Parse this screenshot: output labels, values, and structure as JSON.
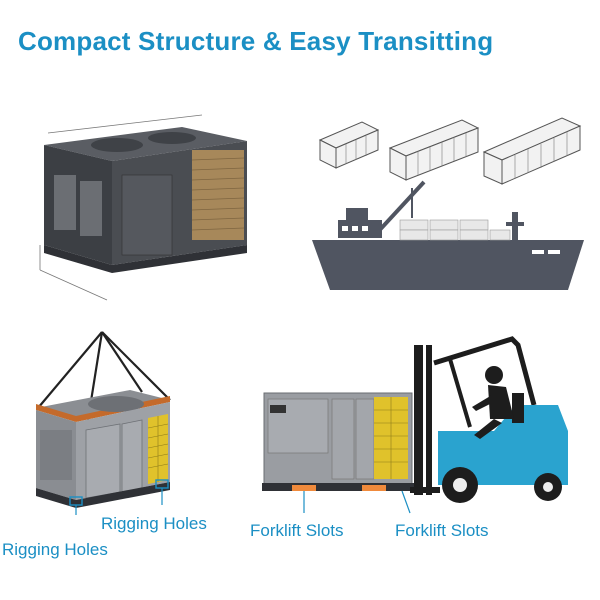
{
  "title": "Compact Structure & Easy Transitting",
  "labels": {
    "rigging_holes_right": "Rigging Holes",
    "rigging_holes_left": "Rigging Holes",
    "forklift_slots_left": "Forklift Slots",
    "forklift_slots_right": "Forklift Slots"
  },
  "colors": {
    "title": "#1b8fc4",
    "ship": "#505561",
    "forklift_body": "#2aa3cf",
    "coil": "#e0c22b",
    "unit_grey": "#9a9da2",
    "orange_marker": "#f08a3c"
  },
  "icons": [
    "rooftop-unit-dimensioned",
    "containers",
    "cargo-ship",
    "crane-lifted-unit",
    "forklift-unit"
  ]
}
